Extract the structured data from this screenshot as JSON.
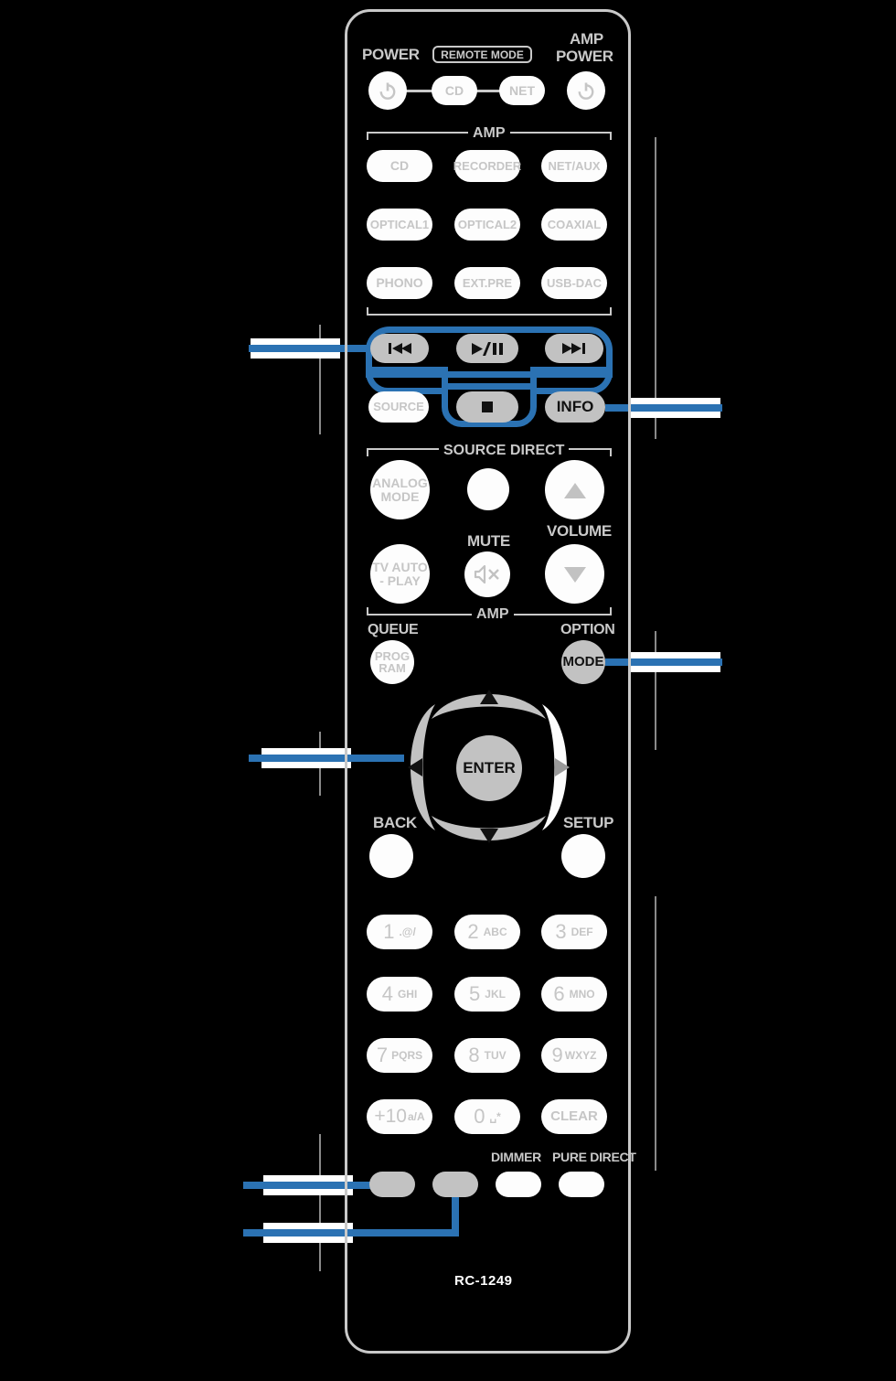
{
  "device": {
    "model": "RC-1249",
    "accent_color": "#2b72b3",
    "body_outline_color": "#c9c9c9",
    "button_white": "#fdfdfd",
    "button_grey": "#c2c2c2"
  },
  "top_row": {
    "power_label": "POWER",
    "remote_mode_label": "REMOTE MODE",
    "amp_power_label": "AMP\nPOWER",
    "amp_power_line1": "AMP",
    "amp_power_line2": "POWER",
    "power_icon": "power-icon",
    "amp_power_icon": "power-icon",
    "mode_buttons": [
      {
        "label": "CD",
        "name": "remote-mode-cd"
      },
      {
        "label": "NET",
        "name": "remote-mode-net"
      }
    ]
  },
  "amp_source_group": {
    "bracket_label": "AMP",
    "buttons": [
      {
        "label": "CD"
      },
      {
        "label": "RECORDER"
      },
      {
        "label": "NET/AUX"
      },
      {
        "label": "OPTICAL1"
      },
      {
        "label": "OPTICAL2"
      },
      {
        "label": "COAXIAL"
      },
      {
        "label": "PHONO"
      },
      {
        "label": "EXT.PRE"
      },
      {
        "label": "USB-DAC"
      }
    ]
  },
  "transport": {
    "previous": "⏮",
    "play_pause": "▶/❙❙",
    "next": "⏭",
    "stop": "■",
    "source_label": "SOURCE",
    "info_label": "INFO"
  },
  "source_direct_group": {
    "bracket_top_label": "SOURCE DIRECT",
    "bracket_bottom_label": "AMP",
    "analog_mode_line1": "ANALOG",
    "analog_mode_line2": "MODE",
    "tv_auto_line1": "TV AUTO",
    "tv_auto_line2": "- PLAY",
    "mute_label": "MUTE",
    "mute_icon": "mute-speaker-icon",
    "volume_label": "VOLUME",
    "volume_up_icon": "triangle-up-icon",
    "volume_down_icon": "triangle-down-icon",
    "source_direct_button": ""
  },
  "middle_row": {
    "queue_label": "QUEUE",
    "program_line1": "PROG",
    "program_line2": "RAM",
    "option_label": "OPTION",
    "mode_label": "MODE"
  },
  "navigation": {
    "enter_label": "ENTER",
    "up_icon": "triangle-up-icon",
    "down_icon": "triangle-down-icon",
    "left_icon": "triangle-left-icon",
    "right_icon": "triangle-right-icon",
    "back_label": "BACK",
    "setup_label": "SETUP"
  },
  "keypad": {
    "keys": [
      {
        "digit": "1",
        "sub": ".@/"
      },
      {
        "digit": "2",
        "sub": "ABC"
      },
      {
        "digit": "3",
        "sub": "DEF"
      },
      {
        "digit": "4",
        "sub": "GHI"
      },
      {
        "digit": "5",
        "sub": "JKL"
      },
      {
        "digit": "6",
        "sub": "MNO"
      },
      {
        "digit": "7",
        "sub": "PQRS"
      },
      {
        "digit": "8",
        "sub": "TUV"
      },
      {
        "digit": "9",
        "sub": "WXYZ"
      },
      {
        "digit": "+10",
        "sub": "a/A"
      },
      {
        "digit": "0",
        "sub": "␣*"
      },
      {
        "digit": "CLEAR",
        "sub": ""
      }
    ]
  },
  "bottom_row": {
    "dimmer_label": "DIMMER",
    "pure_direct_label": "PURE DIRECT",
    "unlabeled_button_1": "",
    "unlabeled_button_2": "",
    "dimmer_button": "",
    "pure_direct_button": ""
  },
  "callouts": [
    {
      "name": "callout-transport",
      "target": "transport-buttons"
    },
    {
      "name": "callout-info",
      "target": "info-button"
    },
    {
      "name": "callout-mode",
      "target": "mode-button"
    },
    {
      "name": "callout-cursor",
      "target": "cursor-pad"
    },
    {
      "name": "callout-bottom-1",
      "target": "bottom-button-1"
    },
    {
      "name": "callout-bottom-2",
      "target": "bottom-button-2"
    }
  ]
}
